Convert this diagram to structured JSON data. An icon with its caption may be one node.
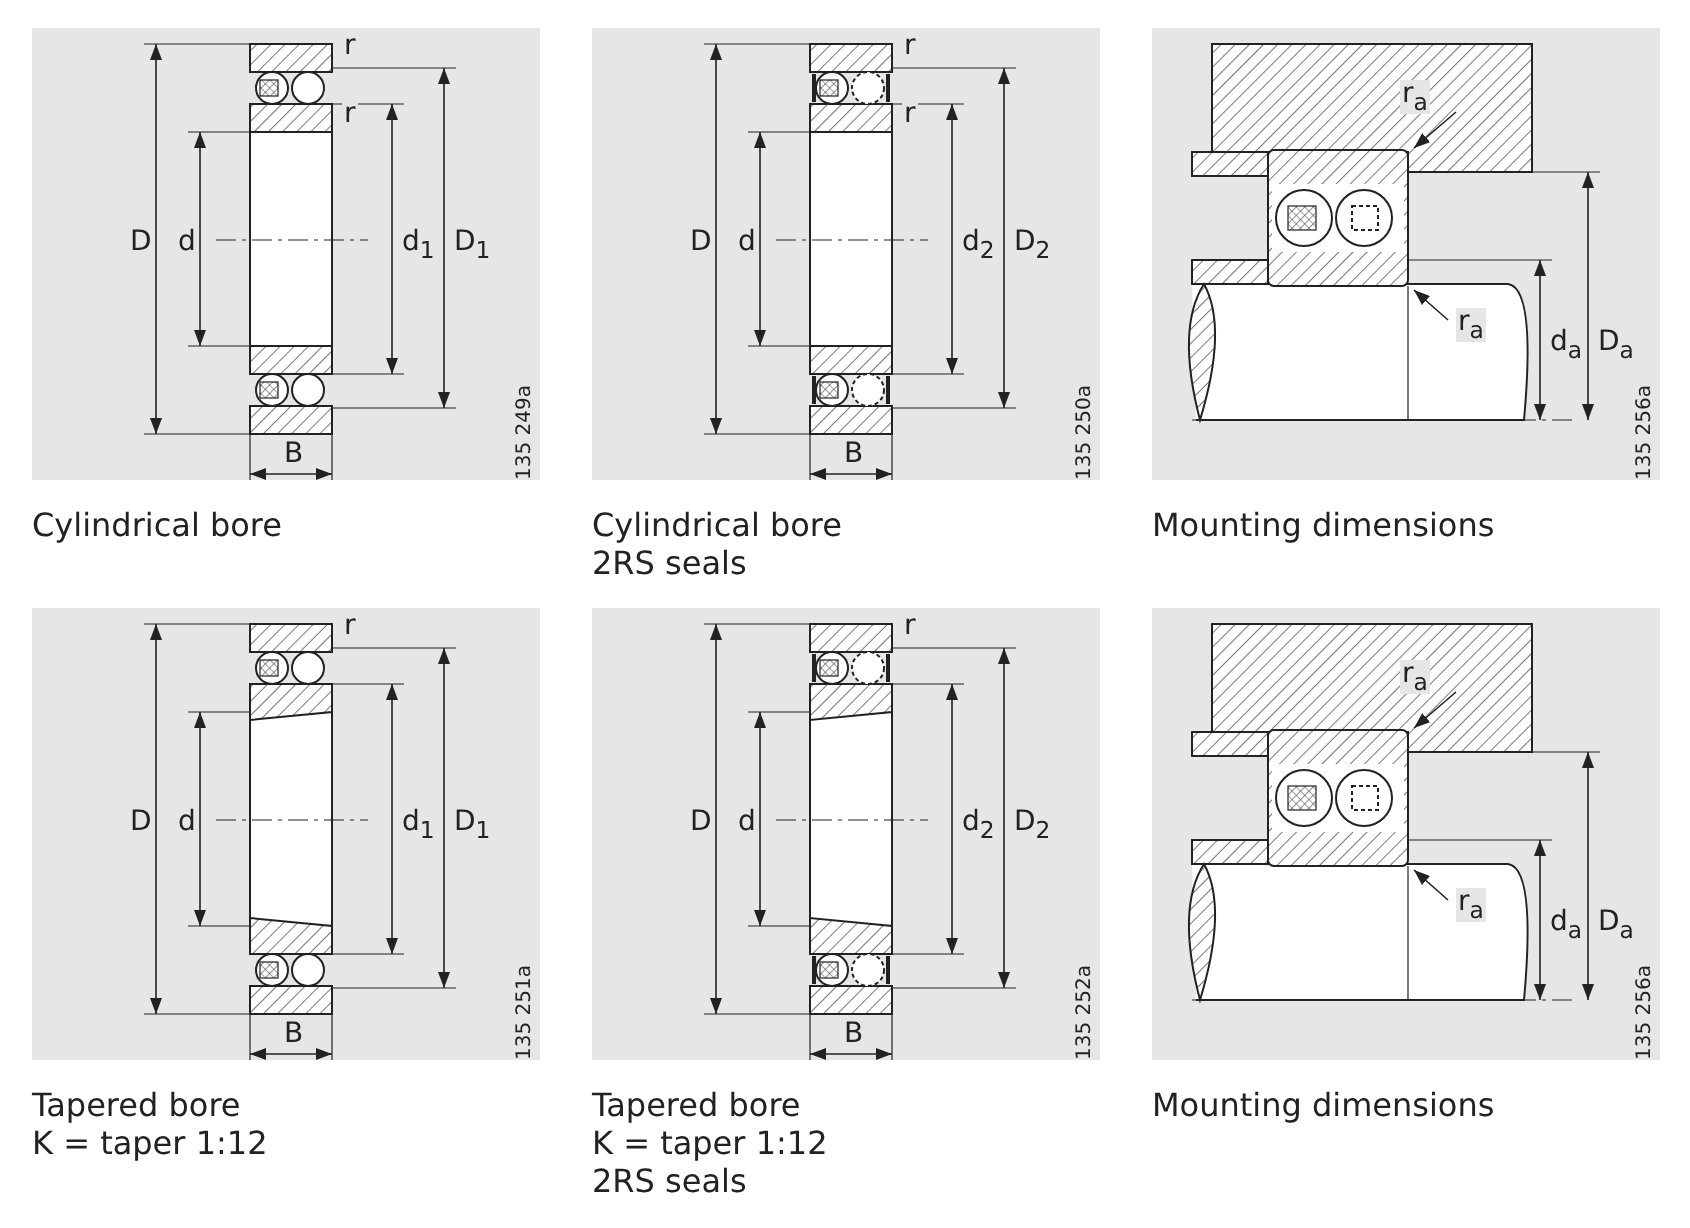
{
  "diagram": {
    "labels": [
      "r",
      "r",
      "D",
      "d",
      "d$_{1}$",
      "D$_{1}$",
      "B",
      "135 249a",
      "Cylindrical bore",
      "r",
      "r",
      "D",
      "d",
      "d$_{2}$",
      "D$_{2}$",
      "B",
      "135 250a",
      "Cylindrical bore",
      "2RS seals",
      "r$_{a}$",
      "r$_{a}$",
      "d$_{a}$",
      "D$_{a}$",
      "135 256a",
      "Mounting dimensions",
      "r",
      "D",
      "d",
      "d$_{1}$",
      "D$_{1}$",
      "B",
      "135 251a",
      "Tapered bore",
      "K = taper 1:12",
      "r",
      "D",
      "d",
      "d$_{2}$",
      "D$_{2}$",
      "B",
      "135 252a",
      "Tapered bore",
      "K = taper 1:12",
      "2RS seals",
      "r$_{a}$",
      "r$_{a}$",
      "d$_{a}$",
      "D$_{a}$",
      "135 256a",
      "Mounting dimensions"
    ]
  }
}
